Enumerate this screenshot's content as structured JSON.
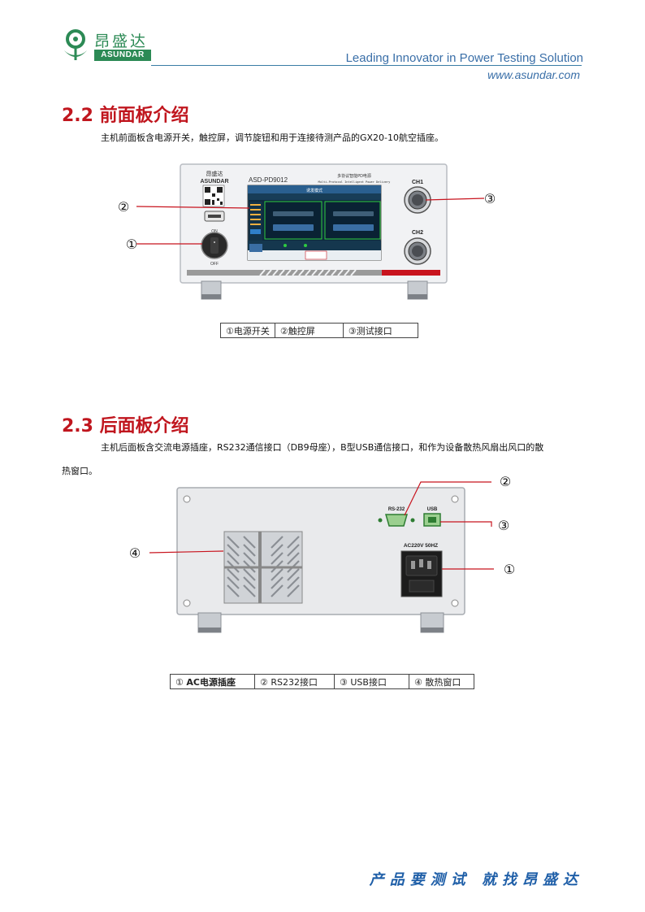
{
  "header": {
    "logo_cn": "昂盛达",
    "logo_en": "ASUNDAR",
    "tagline": "Leading Innovator in Power Testing Solution",
    "website": "www.asundar.com"
  },
  "section_front": {
    "title": "2.2 前面板介绍",
    "desc": "主机前面板含电源开关，触控屏，调节旋钮和用于连接待测产品的GX20-10航空插座。",
    "device": {
      "brand_cn": "昂盛达",
      "brand_en": "ASUNDAR",
      "model": "ASD-PD9012",
      "subtitle_cn": "多协议智能PD电源",
      "subtitle_en": "Multi-Protocol Intelligent Power Delivery",
      "switch_on": "ON",
      "switch_off": "OFF",
      "ch1": "CH1",
      "ch2": "CH2",
      "screen_title": "诱发模式"
    },
    "callouts": [
      "②",
      "①",
      "③"
    ],
    "legend": [
      "①电源开关",
      "②触控屏",
      "③测试接口"
    ]
  },
  "section_rear": {
    "title": "2.3 后面板介绍",
    "desc_line1": "主机后面板含交流电源插座，RS232通信接口（DB9母座），B型USB通信接口，和作为设备散热风扇出风口的散",
    "desc_line2": "热窗口。",
    "device": {
      "rs232": "RS-232",
      "usb": "USB",
      "ac": "AC220V 50HZ"
    },
    "callouts": [
      "②",
      "③",
      "④",
      "①"
    ],
    "legend": [
      {
        "num": "①",
        "label": "AC电源插座"
      },
      {
        "num": "②",
        "label": "RS232接口"
      },
      {
        "num": "③",
        "label": "USB接口"
      },
      {
        "num": "④",
        "label": "散热窗口"
      }
    ]
  },
  "footer": {
    "slogan": "产品要测试  就找昂盛达"
  },
  "colors": {
    "title_red": "#c0161e",
    "brand_green": "#2c8a55",
    "link_blue": "#3a6fa8",
    "footer_blue": "#1f5fa8"
  }
}
